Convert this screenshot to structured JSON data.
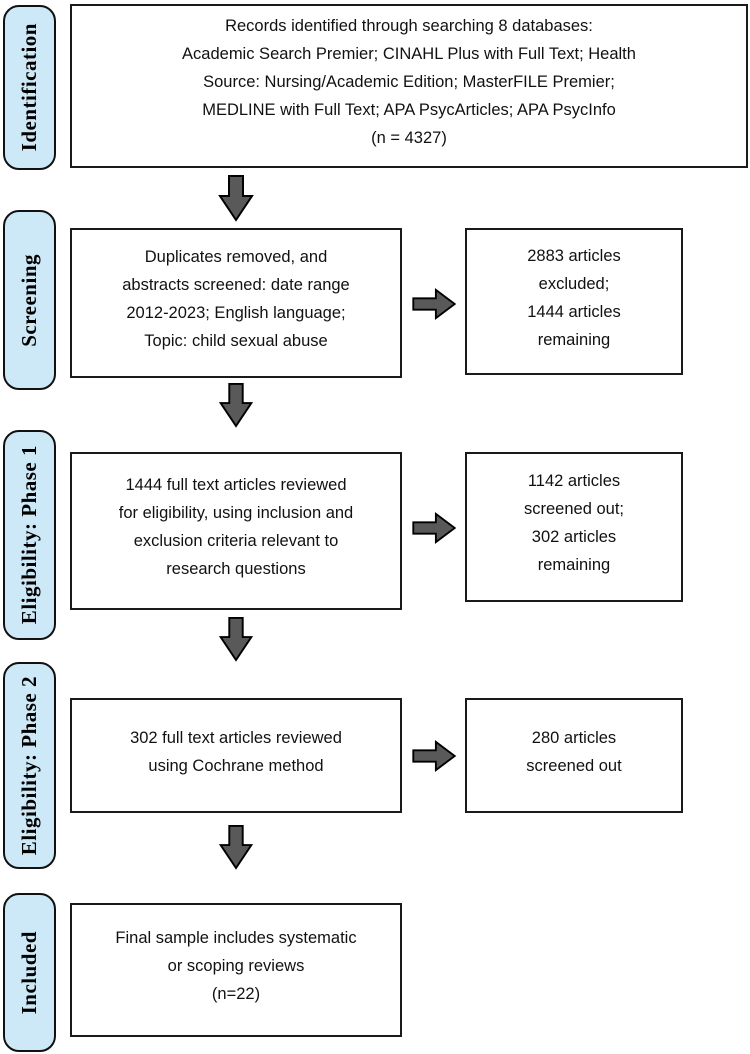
{
  "diagram_type": "prisma-flow",
  "colors": {
    "stage_label_fill": "#cde8f6",
    "stage_label_border": "#111111",
    "box_fill": "#ffffff",
    "box_border": "#1a1a1a",
    "arrow_fill": "#595959",
    "arrow_stroke": "#000000",
    "background": "#ffffff",
    "text": "#111111"
  },
  "icons": {
    "down_arrow": "down-arrow",
    "right_arrow": "right-arrow"
  },
  "stages": [
    {
      "label": "Identification",
      "main": "Records identified through searching 8 databases:\nAcademic Search Premier; CINAHL Plus with Full Text; Health\nSource: Nursing/Academic Edition; MasterFILE Premier;\nMEDLINE with Full Text; APA PsycArticles; APA PsycInfo\n(n = 4327)"
    },
    {
      "label": "Screening",
      "main": "Duplicates removed, and\nabstracts screened: date range\n2012-2023; English language;\nTopic: child sexual abuse",
      "side": "2883 articles\nexcluded;\n1444 articles\nremaining"
    },
    {
      "label": "Eligibility: Phase 1",
      "main": "1444 full text articles reviewed\nfor eligibility, using inclusion and\nexclusion criteria relevant to\nresearch questions",
      "side": "1142 articles\nscreened out;\n302 articles\nremaining"
    },
    {
      "label": "Eligibility: Phase 2",
      "main": "302 full text articles reviewed\nusing Cochrane method",
      "side": "280 articles\nscreened out"
    },
    {
      "label": "Included",
      "main": "Final sample includes systematic\nor scoping reviews\n(n=22)"
    }
  ]
}
